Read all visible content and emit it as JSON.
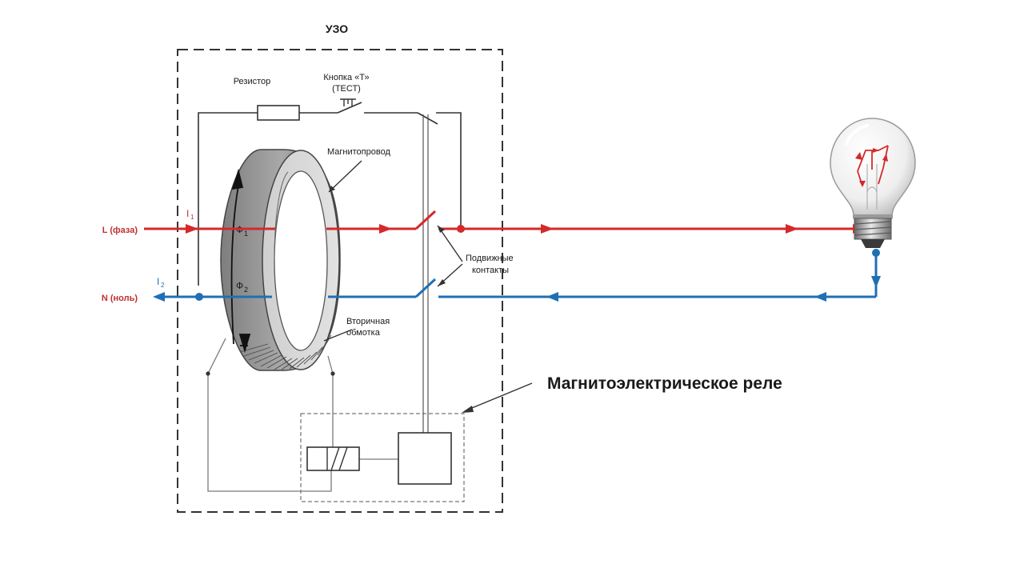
{
  "title": "УЗО",
  "labels": {
    "resistor": "Резистор",
    "test_button_line1": "Кнопка «Т»",
    "test_button_line2": "(ТЕСТ)",
    "core": "Магнитопровод",
    "phase": "L (фаза)",
    "neutral": "N (ноль)",
    "current1_base": "I",
    "current1_sub": "1",
    "current2_base": "I",
    "current2_sub": "2",
    "flux1_base": "Ф",
    "flux1_sub": "1",
    "flux2_base": "Ф",
    "flux2_sub": "2",
    "contacts_line1": "Подвижные",
    "contacts_line2": "контакты",
    "winding_line1": "Вторичная",
    "winding_line2": "обмотка",
    "relay": "Магнитоэлектрическое реле"
  },
  "colors": {
    "phase": "#d42a2a",
    "neutral": "#1f6fb5",
    "wire": "#333333",
    "thin_wire": "#7a7a7a",
    "core_dark": "#8f8f8f",
    "core_light": "#d2d2d2"
  },
  "icons": {
    "lamp": "light-bulb-icon",
    "test": "push-button-icon"
  }
}
